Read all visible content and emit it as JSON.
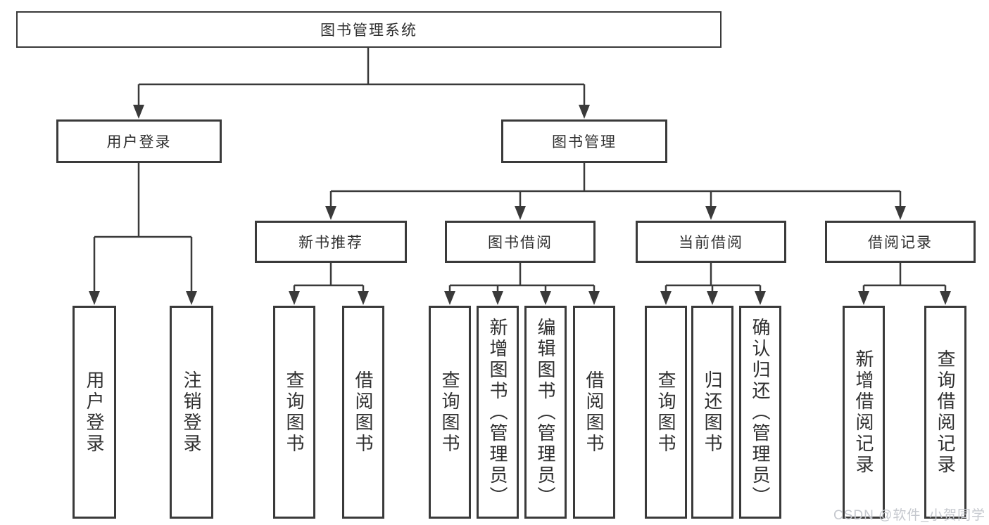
{
  "diagram": {
    "root": "图书管理系统",
    "branches": [
      {
        "label": "用户登录",
        "children": [
          "用户登录",
          "注销登录"
        ]
      },
      {
        "label": "图书管理",
        "sections": [
          {
            "label": "新书推荐",
            "children": [
              "查询图书",
              "借阅图书"
            ]
          },
          {
            "label": "图书借阅",
            "children": [
              "查询图书",
              "新增图书（管理员）",
              "编辑图书（管理员）",
              "借阅图书"
            ]
          },
          {
            "label": "当前借阅",
            "children": [
              "查询图书",
              "归还图书",
              "确认归还（管理员）"
            ]
          },
          {
            "label": "借阅记录",
            "children": [
              "新增借阅记录",
              "查询借阅记录"
            ]
          }
        ]
      }
    ]
  },
  "watermark": {
    "text": "CSDN @软件_小贺同学"
  },
  "colors": {
    "line": "#3a3a3a",
    "text": "#2f2f2f",
    "watermark": "#c5c8ce",
    "background": "#ffffff"
  }
}
